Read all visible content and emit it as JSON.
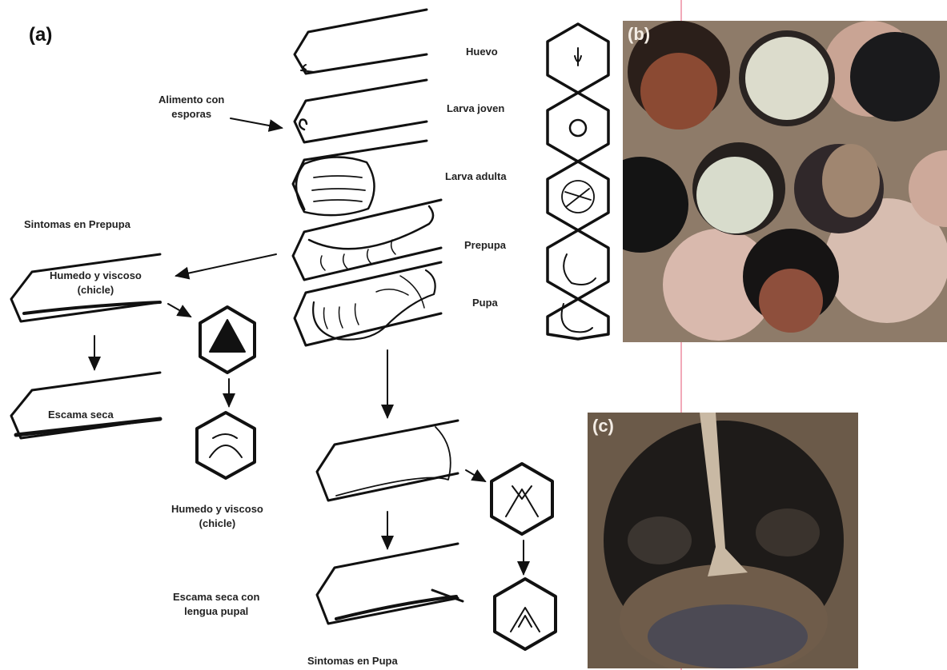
{
  "panels": {
    "a": "(a)",
    "b": "(b)",
    "c": "(c)"
  },
  "labels": {
    "food_spores": "Alimento con\nesporas",
    "stage_egg": "Huevo",
    "stage_young_larva": "Larva joven",
    "stage_adult_larva": "Larva adulta",
    "stage_prepupa": "Prepupa",
    "stage_pupa": "Pupa",
    "prepupa_symptoms": "Sintomas en Prepupa",
    "prepupa_wet": "Humedo y viscoso\n(chicle)",
    "prepupa_dry": "Escama seca",
    "pupa_wet": "Humedo y viscoso\n(chicle)",
    "pupa_dry": "Escama seca con\nlengua pupal",
    "pupa_symptoms": "Sintomas en Pupa"
  },
  "colors": {
    "ink": "#111111",
    "accent_line": "#e8708a",
    "comb_wax": "#8a7866",
    "comb_light": "#d7bdb0"
  }
}
